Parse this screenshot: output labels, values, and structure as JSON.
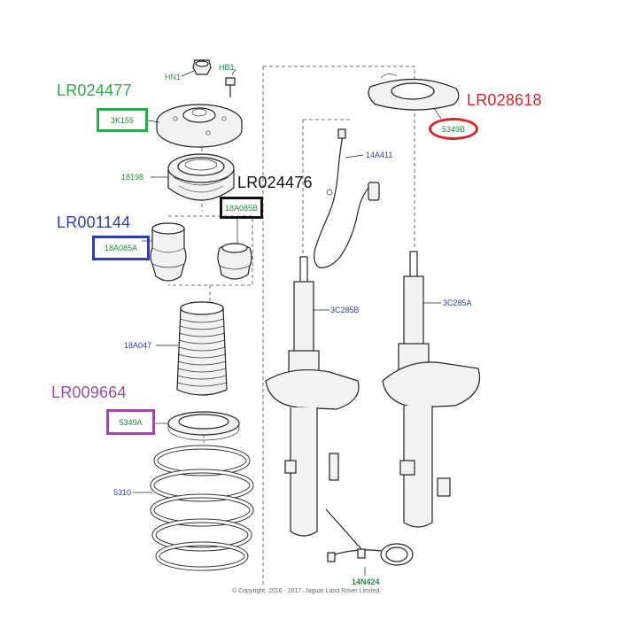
{
  "parts": {
    "hn1": "HN1",
    "hb1": "HB1",
    "mount": "3K155",
    "bearing": "18198",
    "bumper_left": "18A085A",
    "bumper_right": "18A085B",
    "dust_boot": "18A047",
    "seat_lower": "5349A",
    "seat_upper": "5349B",
    "spring": "5310",
    "sensor": "14A411",
    "strut_left": "3C285B",
    "strut_right": "3C285A",
    "harness": "14N424"
  },
  "highlights": {
    "mount": {
      "ref": "LR024477",
      "color": "#2ea84a"
    },
    "bumper_right": {
      "ref": "LR024476",
      "color": "#111111"
    },
    "bumper_left": {
      "ref": "LR001144",
      "color": "#2f3fb0"
    },
    "seat_lower": {
      "ref": "LR009664",
      "color": "#9b4aa6"
    },
    "seat_upper": {
      "ref": "LR028618",
      "color": "#d6252b"
    }
  },
  "copyright": "© Copyright, 2016 - 2017. Jaguar Land Rover Limited."
}
